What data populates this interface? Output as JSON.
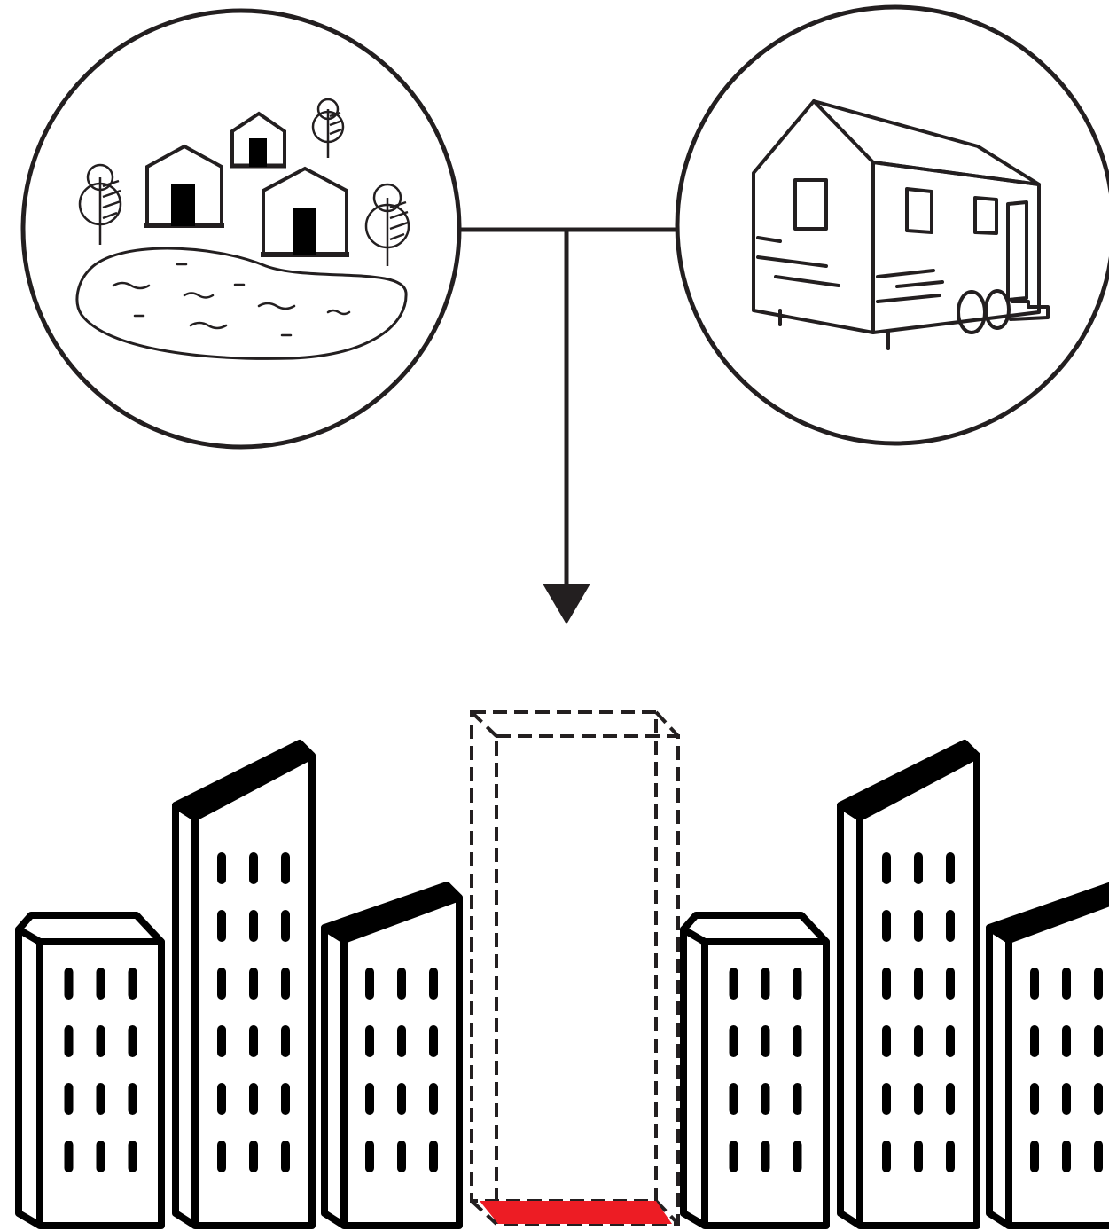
{
  "diagram": {
    "nodes": [
      {
        "id": "village",
        "icon": "village-lake-icon"
      },
      {
        "id": "tiny-house",
        "icon": "tiny-house-trailer-icon"
      },
      {
        "id": "city",
        "icon": "city-skyline-icon"
      }
    ],
    "edges": [
      {
        "from": "village",
        "to": "city"
      },
      {
        "from": "tiny-house",
        "to": "city"
      }
    ],
    "empty_lot": {
      "outline": "dashed",
      "footprint_highlight": true
    }
  },
  "colors": {
    "stroke": "#231f20",
    "fill": "#000000",
    "background": "#ffffff",
    "highlight": "#ed1c24"
  }
}
